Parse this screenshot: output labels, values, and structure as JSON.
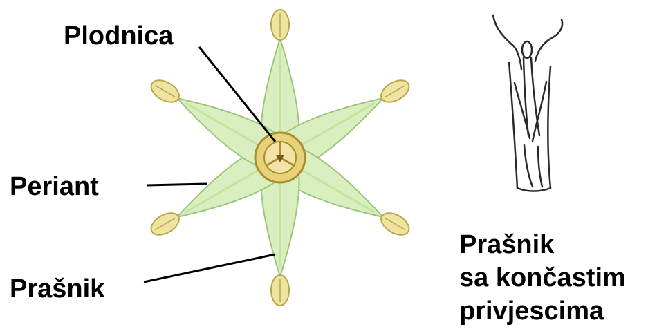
{
  "labels": {
    "ovary": "Plodnica",
    "perianth": "Periant",
    "stamen": "Prašnik",
    "stamen_detail_line1": "Prašnik",
    "stamen_detail_line2": "sa končastim",
    "stamen_detail_line3": "privjescima"
  },
  "colors": {
    "petal_fill": "#d9efbf",
    "petal_inner": "#c4e3a0",
    "petal_stroke": "#9cc47a",
    "anther_fill": "#efe3a0",
    "anther_stroke": "#b8a64e",
    "ovary_fill": "#e7d27a",
    "ovary_stroke": "#a88f2c",
    "leader_line": "#000000",
    "sketch_stroke": "#2a2a2a"
  },
  "icons": {
    "flower": "six-tepal-flower-diagram",
    "detail": "stamen-with-filamentous-appendages-sketch"
  }
}
